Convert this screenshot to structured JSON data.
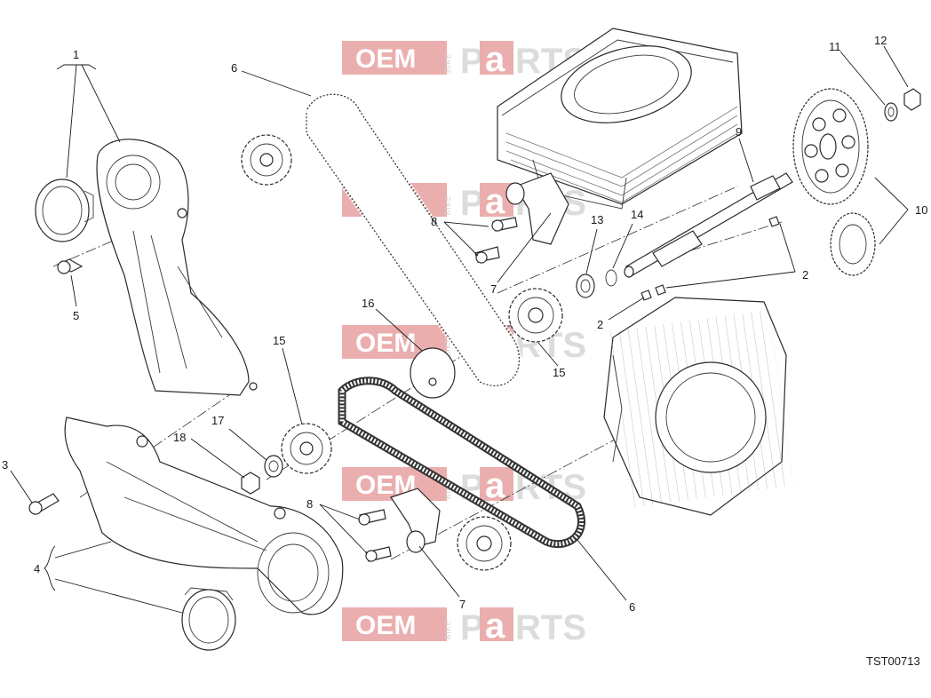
{
  "watermark": {
    "oem": "OEM",
    "bike": "BIKE",
    "p": "P",
    "a": "a",
    "rts": "RTS",
    "colors": {
      "red": "#e8a0a0",
      "gray": "#d6d6d6"
    }
  },
  "drawing_code": "TST00713",
  "callouts": [
    {
      "id": "c1",
      "text": "1"
    },
    {
      "id": "c2a",
      "text": "2"
    },
    {
      "id": "c2b",
      "text": "2"
    },
    {
      "id": "c3",
      "text": "3"
    },
    {
      "id": "c4",
      "text": "4"
    },
    {
      "id": "c5",
      "text": "5"
    },
    {
      "id": "c6a",
      "text": "6"
    },
    {
      "id": "c6b",
      "text": "6"
    },
    {
      "id": "c7a",
      "text": "7"
    },
    {
      "id": "c7b",
      "text": "7"
    },
    {
      "id": "c8a",
      "text": "8"
    },
    {
      "id": "c8b",
      "text": "8"
    },
    {
      "id": "c9",
      "text": "9"
    },
    {
      "id": "c10",
      "text": "10"
    },
    {
      "id": "c11",
      "text": "11"
    },
    {
      "id": "c12",
      "text": "12"
    },
    {
      "id": "c13",
      "text": "13"
    },
    {
      "id": "c14",
      "text": "14"
    },
    {
      "id": "c15a",
      "text": "15"
    },
    {
      "id": "c15b",
      "text": "15"
    },
    {
      "id": "c16",
      "text": "16"
    },
    {
      "id": "c17",
      "text": "17"
    },
    {
      "id": "c18",
      "text": "18"
    }
  ]
}
